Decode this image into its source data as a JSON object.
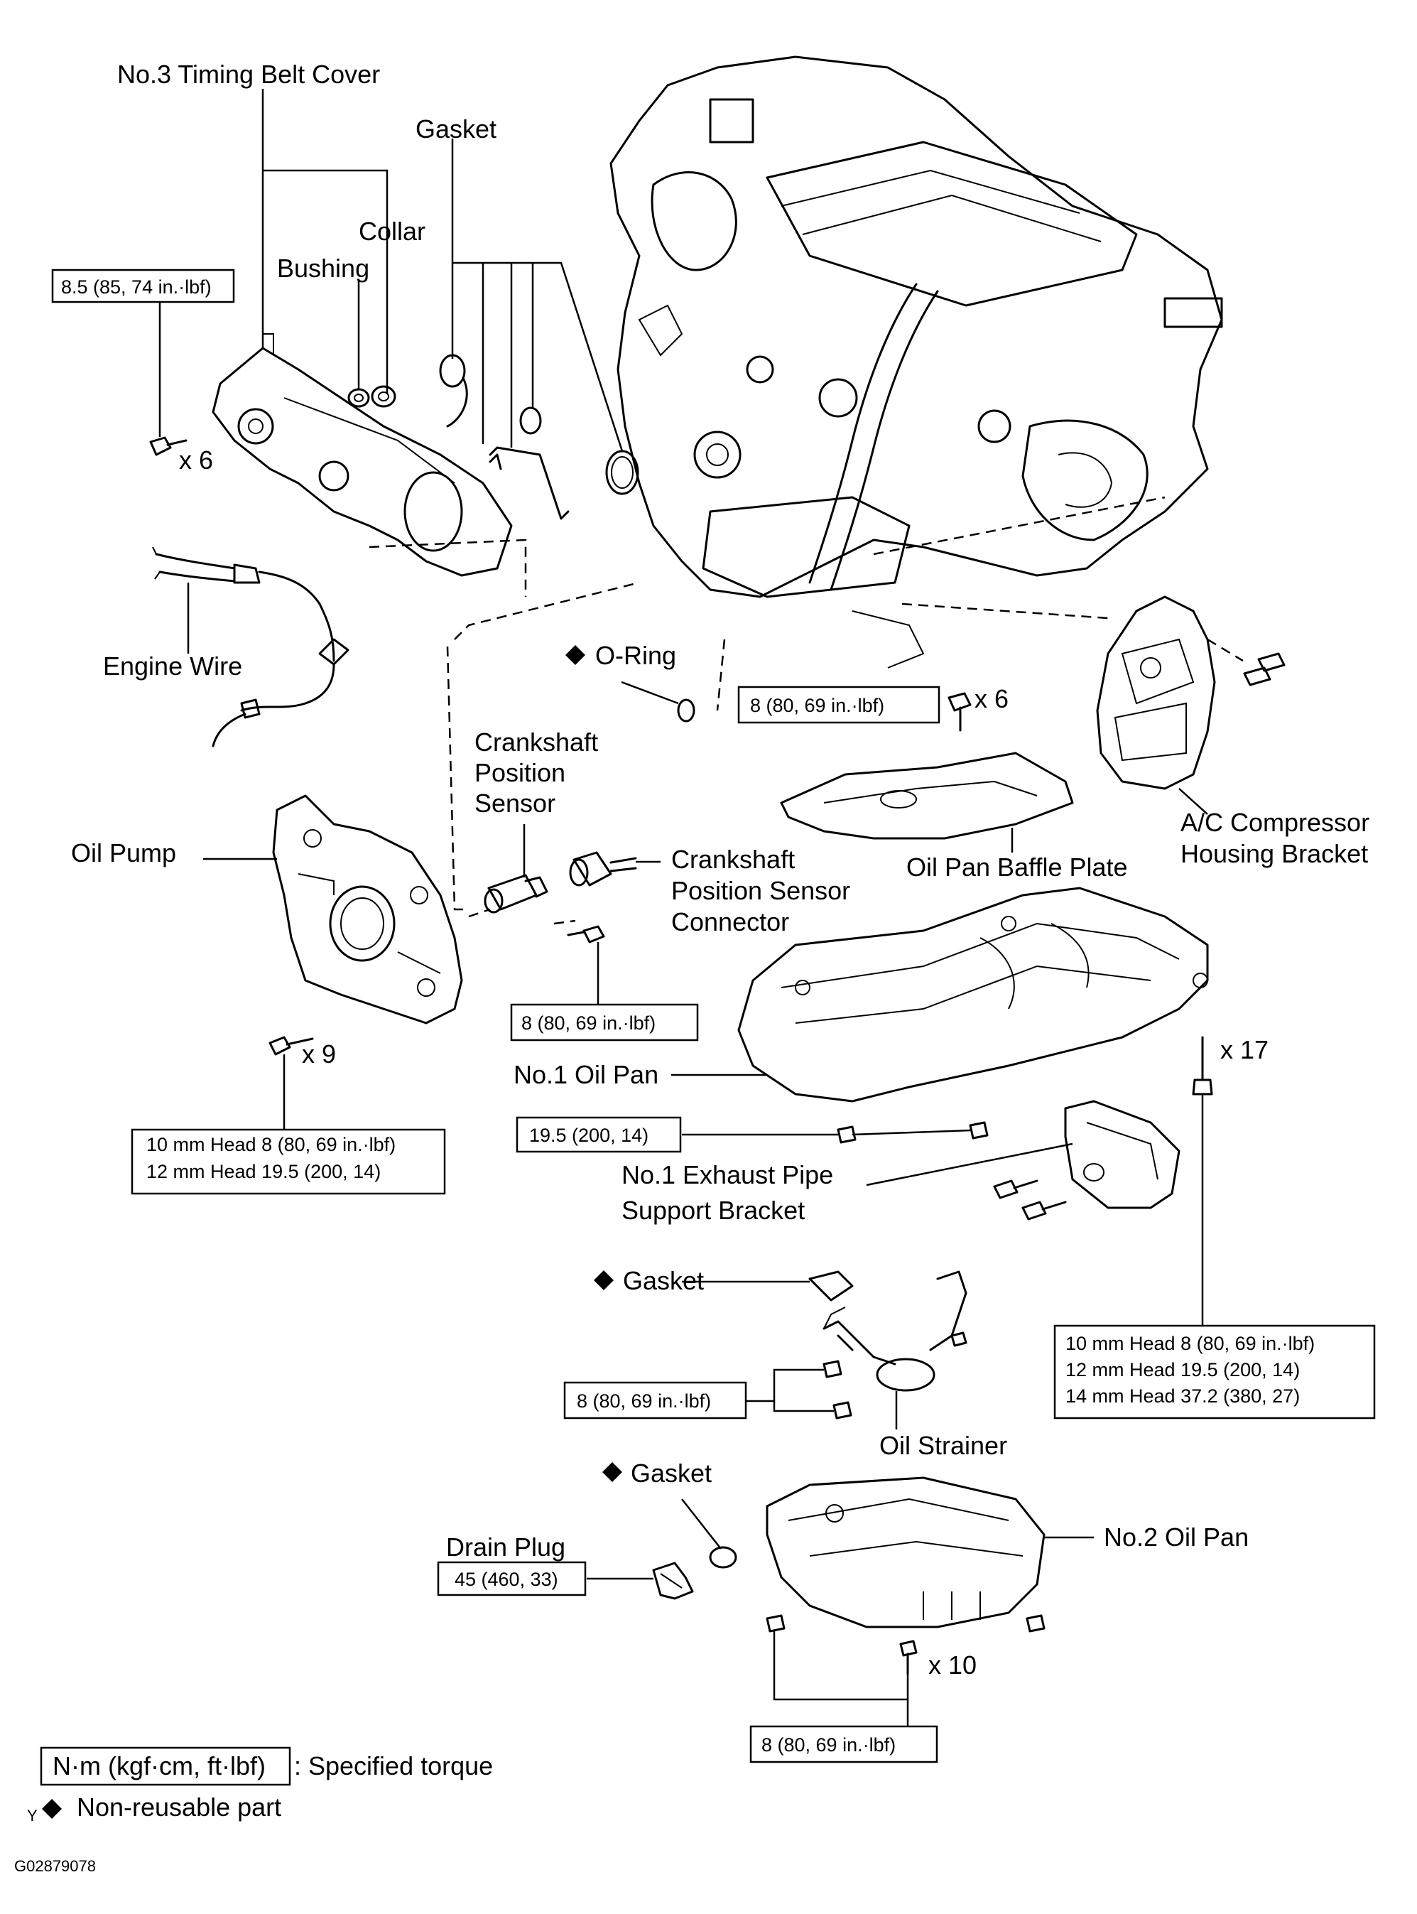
{
  "labels": {
    "timing_belt_cover": "No.3 Timing Belt Cover",
    "gasket_top": "Gasket",
    "collar": "Collar",
    "bushing": "Bushing",
    "engine_wire": "Engine Wire",
    "o_ring": "O-Ring",
    "crank_sensor_1": "Crankshaft",
    "crank_sensor_2": "Position",
    "crank_sensor_3": "Sensor",
    "oil_pump": "Oil Pump",
    "crank_connector_1": "Crankshaft",
    "crank_connector_2": "Position Sensor",
    "crank_connector_3": "Connector",
    "baffle_plate": "Oil Pan Baffle Plate",
    "ac_bracket_1": "A/C Compressor",
    "ac_bracket_2": "Housing Bracket",
    "no1_oil_pan": "No.1 Oil Pan",
    "exhaust_bracket_1": "No.1 Exhaust Pipe",
    "exhaust_bracket_2": "Support Bracket",
    "gasket_strainer": "Gasket",
    "oil_strainer": "Oil Strainer",
    "gasket_drain": "Gasket",
    "drain_plug": "Drain Plug",
    "no2_oil_pan": "No.2 Oil Pan"
  },
  "quantities": {
    "x6_top": "x 6",
    "x6_mid": "x 6",
    "x9": "x 9",
    "x17": "x 17",
    "x10": "x 10"
  },
  "torques": {
    "cover_bolt": "8.5 (85, 74 in.·lbf)",
    "mid_bolt": "8 (80, 69 in.·lbf)",
    "sensor_bolt": "8 (80, 69 in.·lbf)",
    "pump_line1": "10 mm Head 8 (80, 69 in.·lbf)",
    "pump_line2": "12 mm Head 19.5 (200, 14)",
    "oil_pan_nut": "19.5 (200, 14)",
    "pan_bolt_line1": "10 mm Head 8 (80, 69 in.·lbf)",
    "pan_bolt_line2": "12 mm Head 19.5 (200, 14)",
    "pan_bolt_line3": "14 mm Head 37.2 (380, 27)",
    "strainer_nut": "8 (80, 69 in.·lbf)",
    "drain_plug": "45 (460, 33)",
    "no2_pan": "8 (80, 69 in.·lbf)"
  },
  "legend": {
    "torque_unit": "N·m (kgf·cm, ft·lbf)",
    "torque_desc": ": Specified torque",
    "non_reusable": "Non-reusable part",
    "mark": "Y"
  },
  "figure_code": "G02879078"
}
